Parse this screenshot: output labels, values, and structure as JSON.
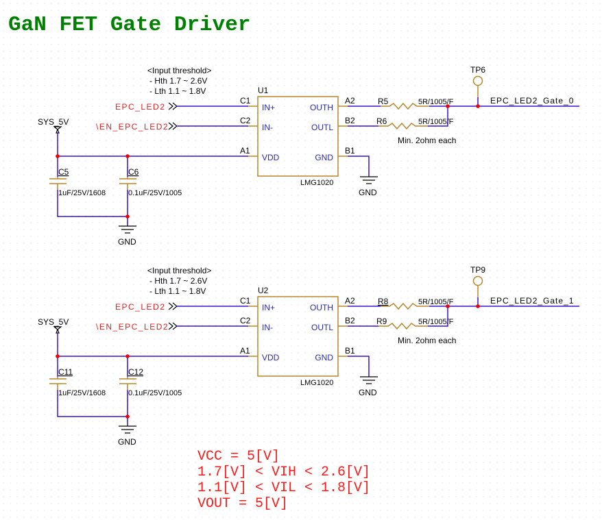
{
  "title": "GaN FET Gate Driver",
  "colors": {
    "title": "#008000",
    "wire": "#3a10d0",
    "component": "#b8862a",
    "net_label": "#e02020",
    "junction": "#ee0000",
    "note": "#ff1a1a",
    "pin_name": "#2a2aa8"
  },
  "channels": [
    {
      "threshold": {
        "heading": "<Input threshold>",
        "line1": "- Hth 1.7 ~ 2.6V",
        "line2": "- Lth 1.1 ~ 1.8V"
      },
      "inputs": [
        {
          "net": "EPC_LED2",
          "pin": "C1"
        },
        {
          "net": "\\EN_EPC_LED2",
          "pin": "C2"
        }
      ],
      "power_port": "SYS_5V",
      "ic": {
        "ref": "U1",
        "part": "LMG1020",
        "pins_left": [
          {
            "num": "C1",
            "name": "IN+"
          },
          {
            "num": "C2",
            "name": "IN-"
          },
          {
            "num": "A1",
            "name": "VDD"
          }
        ],
        "pins_right": [
          {
            "num": "A2",
            "name": "OUTH"
          },
          {
            "num": "B2",
            "name": "OUTL"
          },
          {
            "num": "B1",
            "name": "GND"
          }
        ]
      },
      "resistors": [
        {
          "ref": "R5",
          "value": "5R/1005/F"
        },
        {
          "ref": "R6",
          "value": "5R/1005/F"
        }
      ],
      "resistor_note": "Min. 2ohm each",
      "test_point": "TP6",
      "output_net": "EPC_LED2_Gate_0",
      "capacitors": [
        {
          "ref": "C5",
          "value": "1uF/25V/1608"
        },
        {
          "ref": "C6",
          "value": "0.1uF/25V/1005"
        }
      ],
      "gnd_label": "GND",
      "ic_gnd_label": "GND"
    },
    {
      "threshold": {
        "heading": "<Input threshold>",
        "line1": "- Hth 1.7 ~ 2.6V",
        "line2": "- Lth 1.1 ~ 1.8V"
      },
      "inputs": [
        {
          "net": "EPC_LED2",
          "pin": "C1"
        },
        {
          "net": "\\EN_EPC_LED2",
          "pin": "C2"
        }
      ],
      "power_port": "SYS_5V",
      "ic": {
        "ref": "U2",
        "part": "LMG1020",
        "pins_left": [
          {
            "num": "C1",
            "name": "IN+"
          },
          {
            "num": "C2",
            "name": "IN-"
          },
          {
            "num": "A1",
            "name": "VDD"
          }
        ],
        "pins_right": [
          {
            "num": "A2",
            "name": "OUTH"
          },
          {
            "num": "B2",
            "name": "OUTL"
          },
          {
            "num": "B1",
            "name": "GND"
          }
        ]
      },
      "resistors": [
        {
          "ref": "R8",
          "value": "5R/1005/F"
        },
        {
          "ref": "R9",
          "value": "5R/1005/F"
        }
      ],
      "resistor_note": "Min. 2ohm each",
      "test_point": "TP9",
      "output_net": "EPC_LED2_Gate_1",
      "capacitors": [
        {
          "ref": "C11",
          "value": "1uF/25V/1608"
        },
        {
          "ref": "C12",
          "value": "0.1uF/25V/1005"
        }
      ],
      "gnd_label": "GND",
      "ic_gnd_label": "GND"
    }
  ],
  "notes": [
    "VCC = 5[V]",
    "1.7[V] < VIH < 2.6[V]",
    "1.1[V] < VIL < 1.8[V]",
    "VOUT = 5[V]"
  ]
}
